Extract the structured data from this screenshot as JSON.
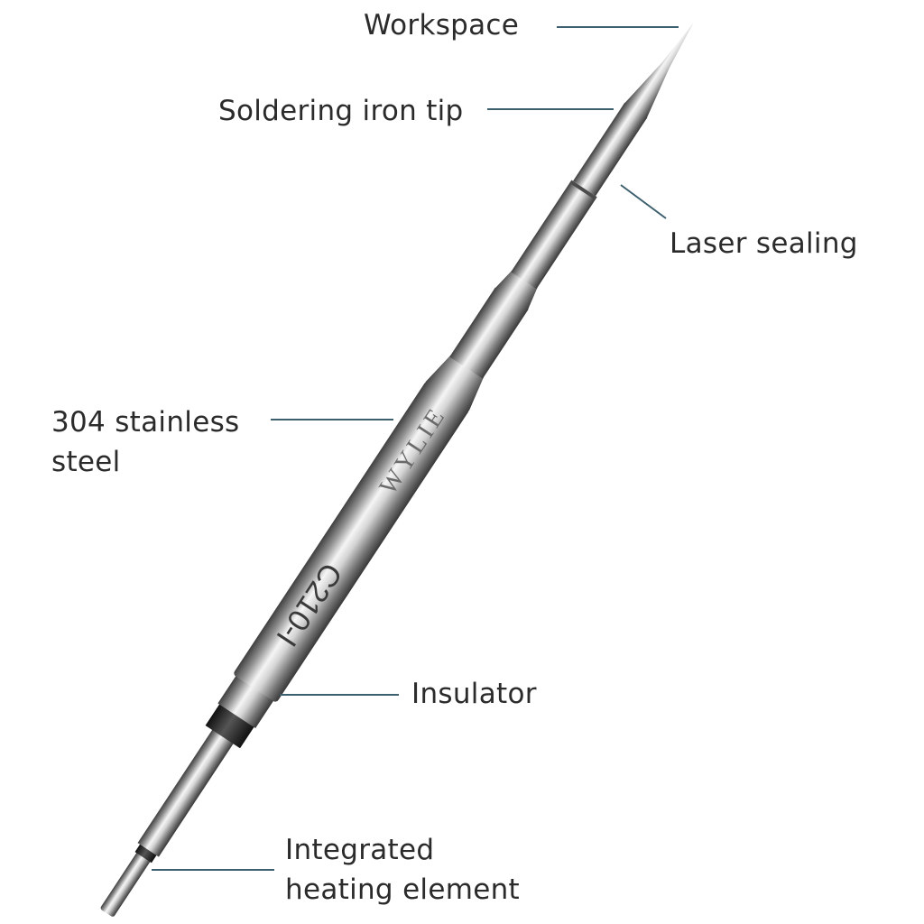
{
  "labels": {
    "workspace": "Workspace",
    "soldering_iron_tip": "Soldering iron tip",
    "laser_sealing": "Laser sealing",
    "stainless_steel_line1": "304 stainless",
    "stainless_steel_line2": "steel",
    "insulator": "Insulator",
    "heating_line1": "Integrated",
    "heating_line2": "heating element"
  },
  "engraving": {
    "brand": "WYLIE",
    "model": "C210-I"
  },
  "colors": {
    "leader_line": "#3d5f6e",
    "text": "#2b2b2b",
    "metal_dark": "#4a4a4a",
    "metal_mid": "#9a9a9a",
    "metal_light": "#f2f2f2",
    "insulator_band": "#2a2a2a"
  }
}
